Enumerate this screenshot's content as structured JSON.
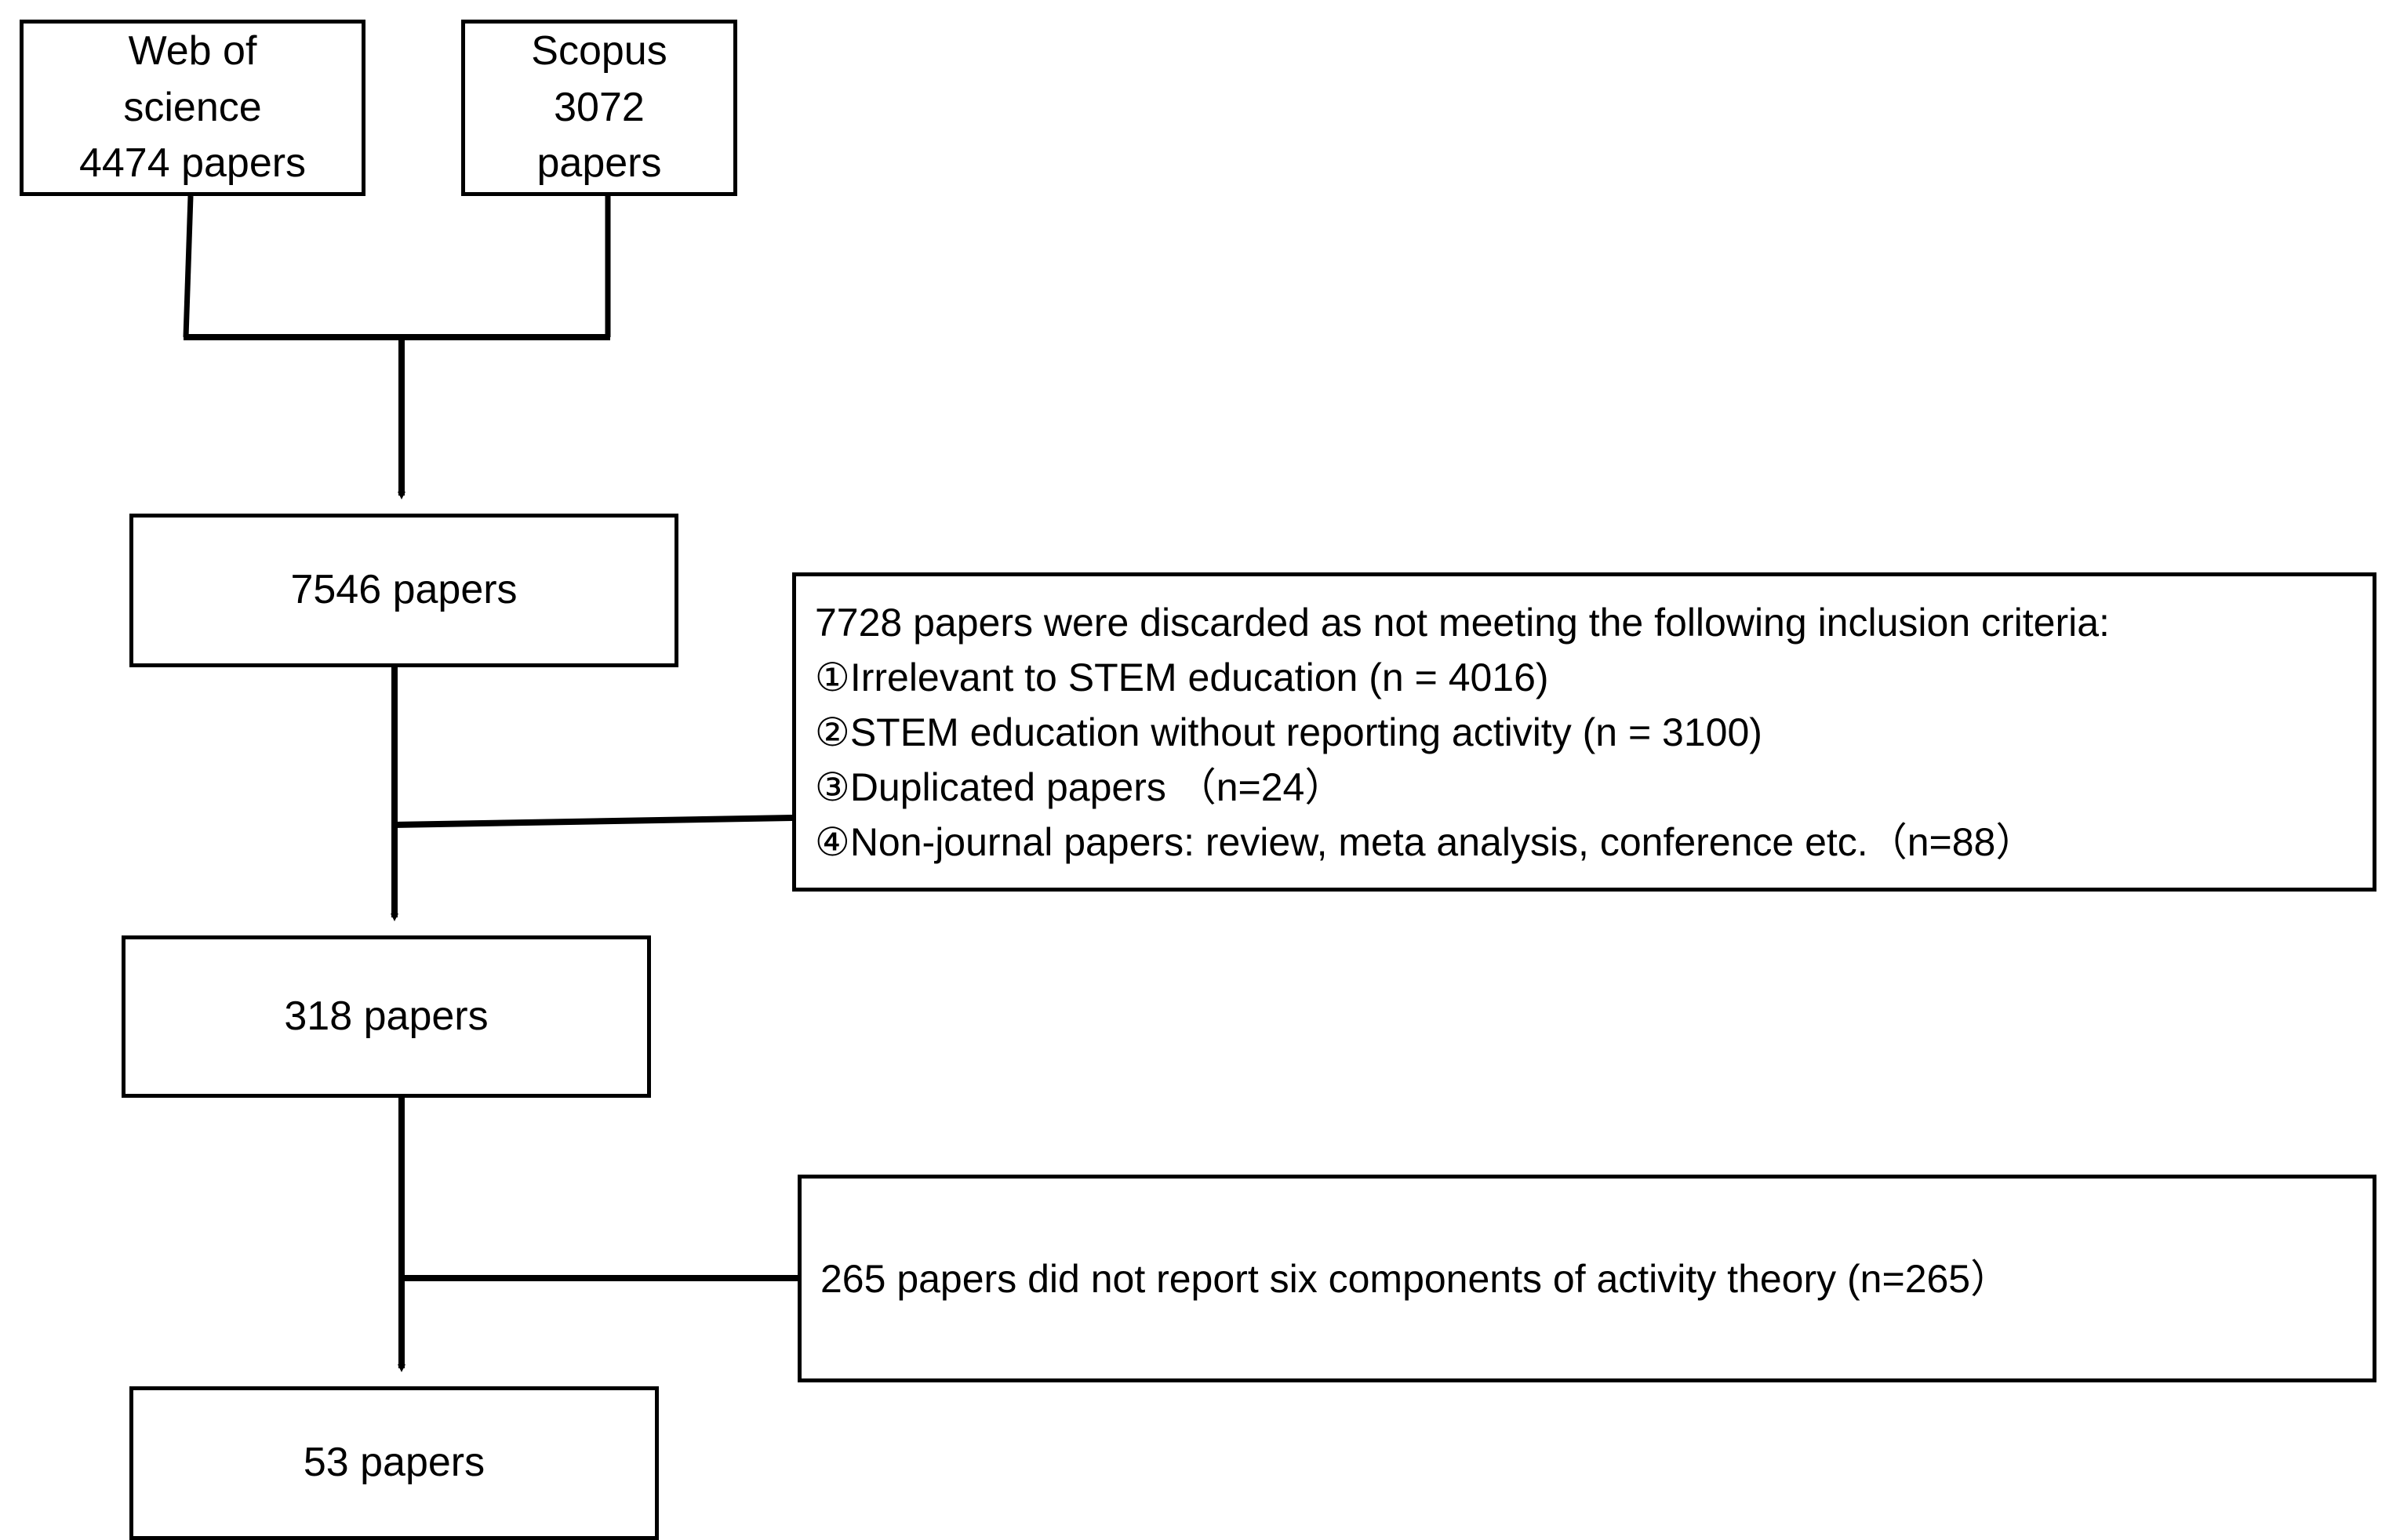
{
  "diagram": {
    "title": "PRISMA-style paper selection flowchart",
    "stroke_color": "#000000",
    "background_color": "#ffffff",
    "nodes": {
      "web_of_science": "Web of\nscience\n4474 papers",
      "scopus": "Scopus\n3072\npapers",
      "merged": "7546 papers",
      "screened": "318 papers",
      "included": "53 papers"
    },
    "notes": {
      "criteria": {
        "heading": "7728 papers were discarded as not meeting the following inclusion criteria:",
        "items": [
          "①Irrelevant to STEM education (n = 4016)",
          "②STEM education without reporting activity (n = 3100)",
          "③Duplicated papers （n=24）",
          "④Non-journal papers: review, meta analysis, conference etc.（n=88）"
        ]
      },
      "six_components": {
        "line": "265 papers did not report six components of activity theory (n=265）"
      }
    },
    "counts": {
      "web_of_science_papers": 4474,
      "scopus_papers": 3072,
      "merged_papers": 7546,
      "discarded_papers": 7728,
      "irrelevant_to_stem": 4016,
      "no_reporting_activity": 3100,
      "duplicated": 24,
      "non_journal": 88,
      "screened_papers": 318,
      "missing_six_components": 265,
      "included_papers": 53
    }
  }
}
